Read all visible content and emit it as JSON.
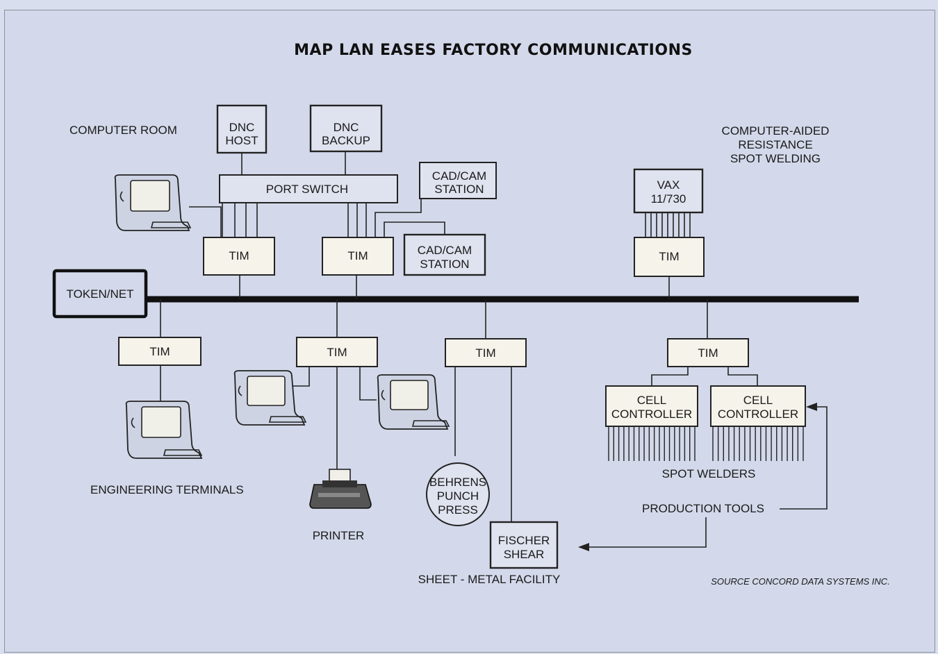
{
  "title": "MAP LAN EASES FACTORY COMMUNICATIONS",
  "areas": {
    "computer_room": "COMPUTER ROOM",
    "welding": [
      "COMPUTER-AIDED",
      "RESISTANCE",
      "SPOT WELDING"
    ],
    "engineering_terminals": "ENGINEERING TERMINALS",
    "printer": "PRINTER",
    "sheet_metal": "SHEET - METAL   FACILITY",
    "spot_welders": "SPOT WELDERS",
    "production_tools": "PRODUCTION  TOOLS"
  },
  "nodes": {
    "dnc_host": [
      "DNC",
      "HOST"
    ],
    "dnc_backup": [
      "DNC",
      "BACKUP"
    ],
    "port_switch": "PORT SWITCH",
    "cadcam_station_1": [
      "CAD/CAM",
      "STATION"
    ],
    "cadcam_station_2": [
      "CAD/CAM",
      "STATION"
    ],
    "vax": [
      "VAX",
      "11/730"
    ],
    "token_net": "TOKEN/NET",
    "tim": "TIM",
    "cell_controller_1": [
      "CELL",
      "CONTROLLER"
    ],
    "cell_controller_2": [
      "CELL",
      "CONTROLLER"
    ],
    "behrens": [
      "BEHRENS",
      "PUNCH",
      "PRESS"
    ],
    "fischer": [
      "FISCHER",
      "SHEAR"
    ]
  },
  "source": "SOURCE  CONCORD DATA SYSTEMS INC."
}
